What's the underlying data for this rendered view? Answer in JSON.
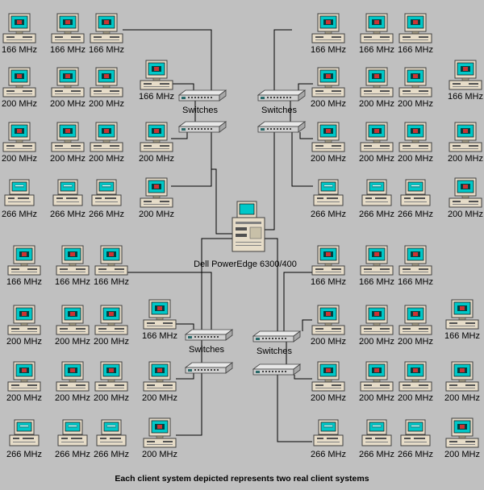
{
  "caption": "Each client system depicted represents two real client systems",
  "server": {
    "label": "Dell PowerEdge 6300/400"
  },
  "switch_label": "Switches",
  "quadrants": {
    "top_left": {
      "clients": [
        "166 MHz",
        "166 MHz",
        "166 MHz",
        "166 MHz",
        "200 MHz",
        "200 MHz",
        "200 MHz",
        "200 MHz",
        "200 MHz",
        "200 MHz",
        "200 MHz",
        "266 MHz",
        "266 MHz",
        "266 MHz",
        "200 MHz"
      ]
    },
    "top_right": {
      "clients": [
        "166 MHz",
        "166 MHz",
        "166 MHz",
        "200 MHz",
        "200 MHz",
        "200 MHz",
        "166 MHz",
        "200 MHz",
        "200 MHz",
        "200 MHz",
        "200 MHz",
        "266 MHz",
        "266 MHz",
        "266 MHz",
        "200 MHz"
      ]
    },
    "bottom_left": {
      "clients": [
        "166 MHz",
        "166 MHz",
        "166 MHz",
        "200 MHz",
        "200 MHz",
        "200 MHz",
        "166 MHz",
        "200 MHz",
        "200 MHz",
        "200 MHz",
        "200 MHz",
        "266 MHz",
        "266 MHz",
        "266 MHz",
        "200 MHz"
      ]
    },
    "bottom_right": {
      "clients": [
        "166 MHz",
        "166 MHz",
        "166 MHz",
        "200 MHz",
        "200 MHz",
        "200 MHz",
        "166 MHz",
        "200 MHz",
        "200 MHz",
        "200 MHz",
        "200 MHz",
        "266 MHz",
        "266 MHz",
        "266 MHz",
        "200 MHz"
      ]
    }
  },
  "colors": {
    "background": "#c0c0c0",
    "screen": "#00c8c8",
    "case": "#e6dcc8",
    "wire": "#000000"
  }
}
